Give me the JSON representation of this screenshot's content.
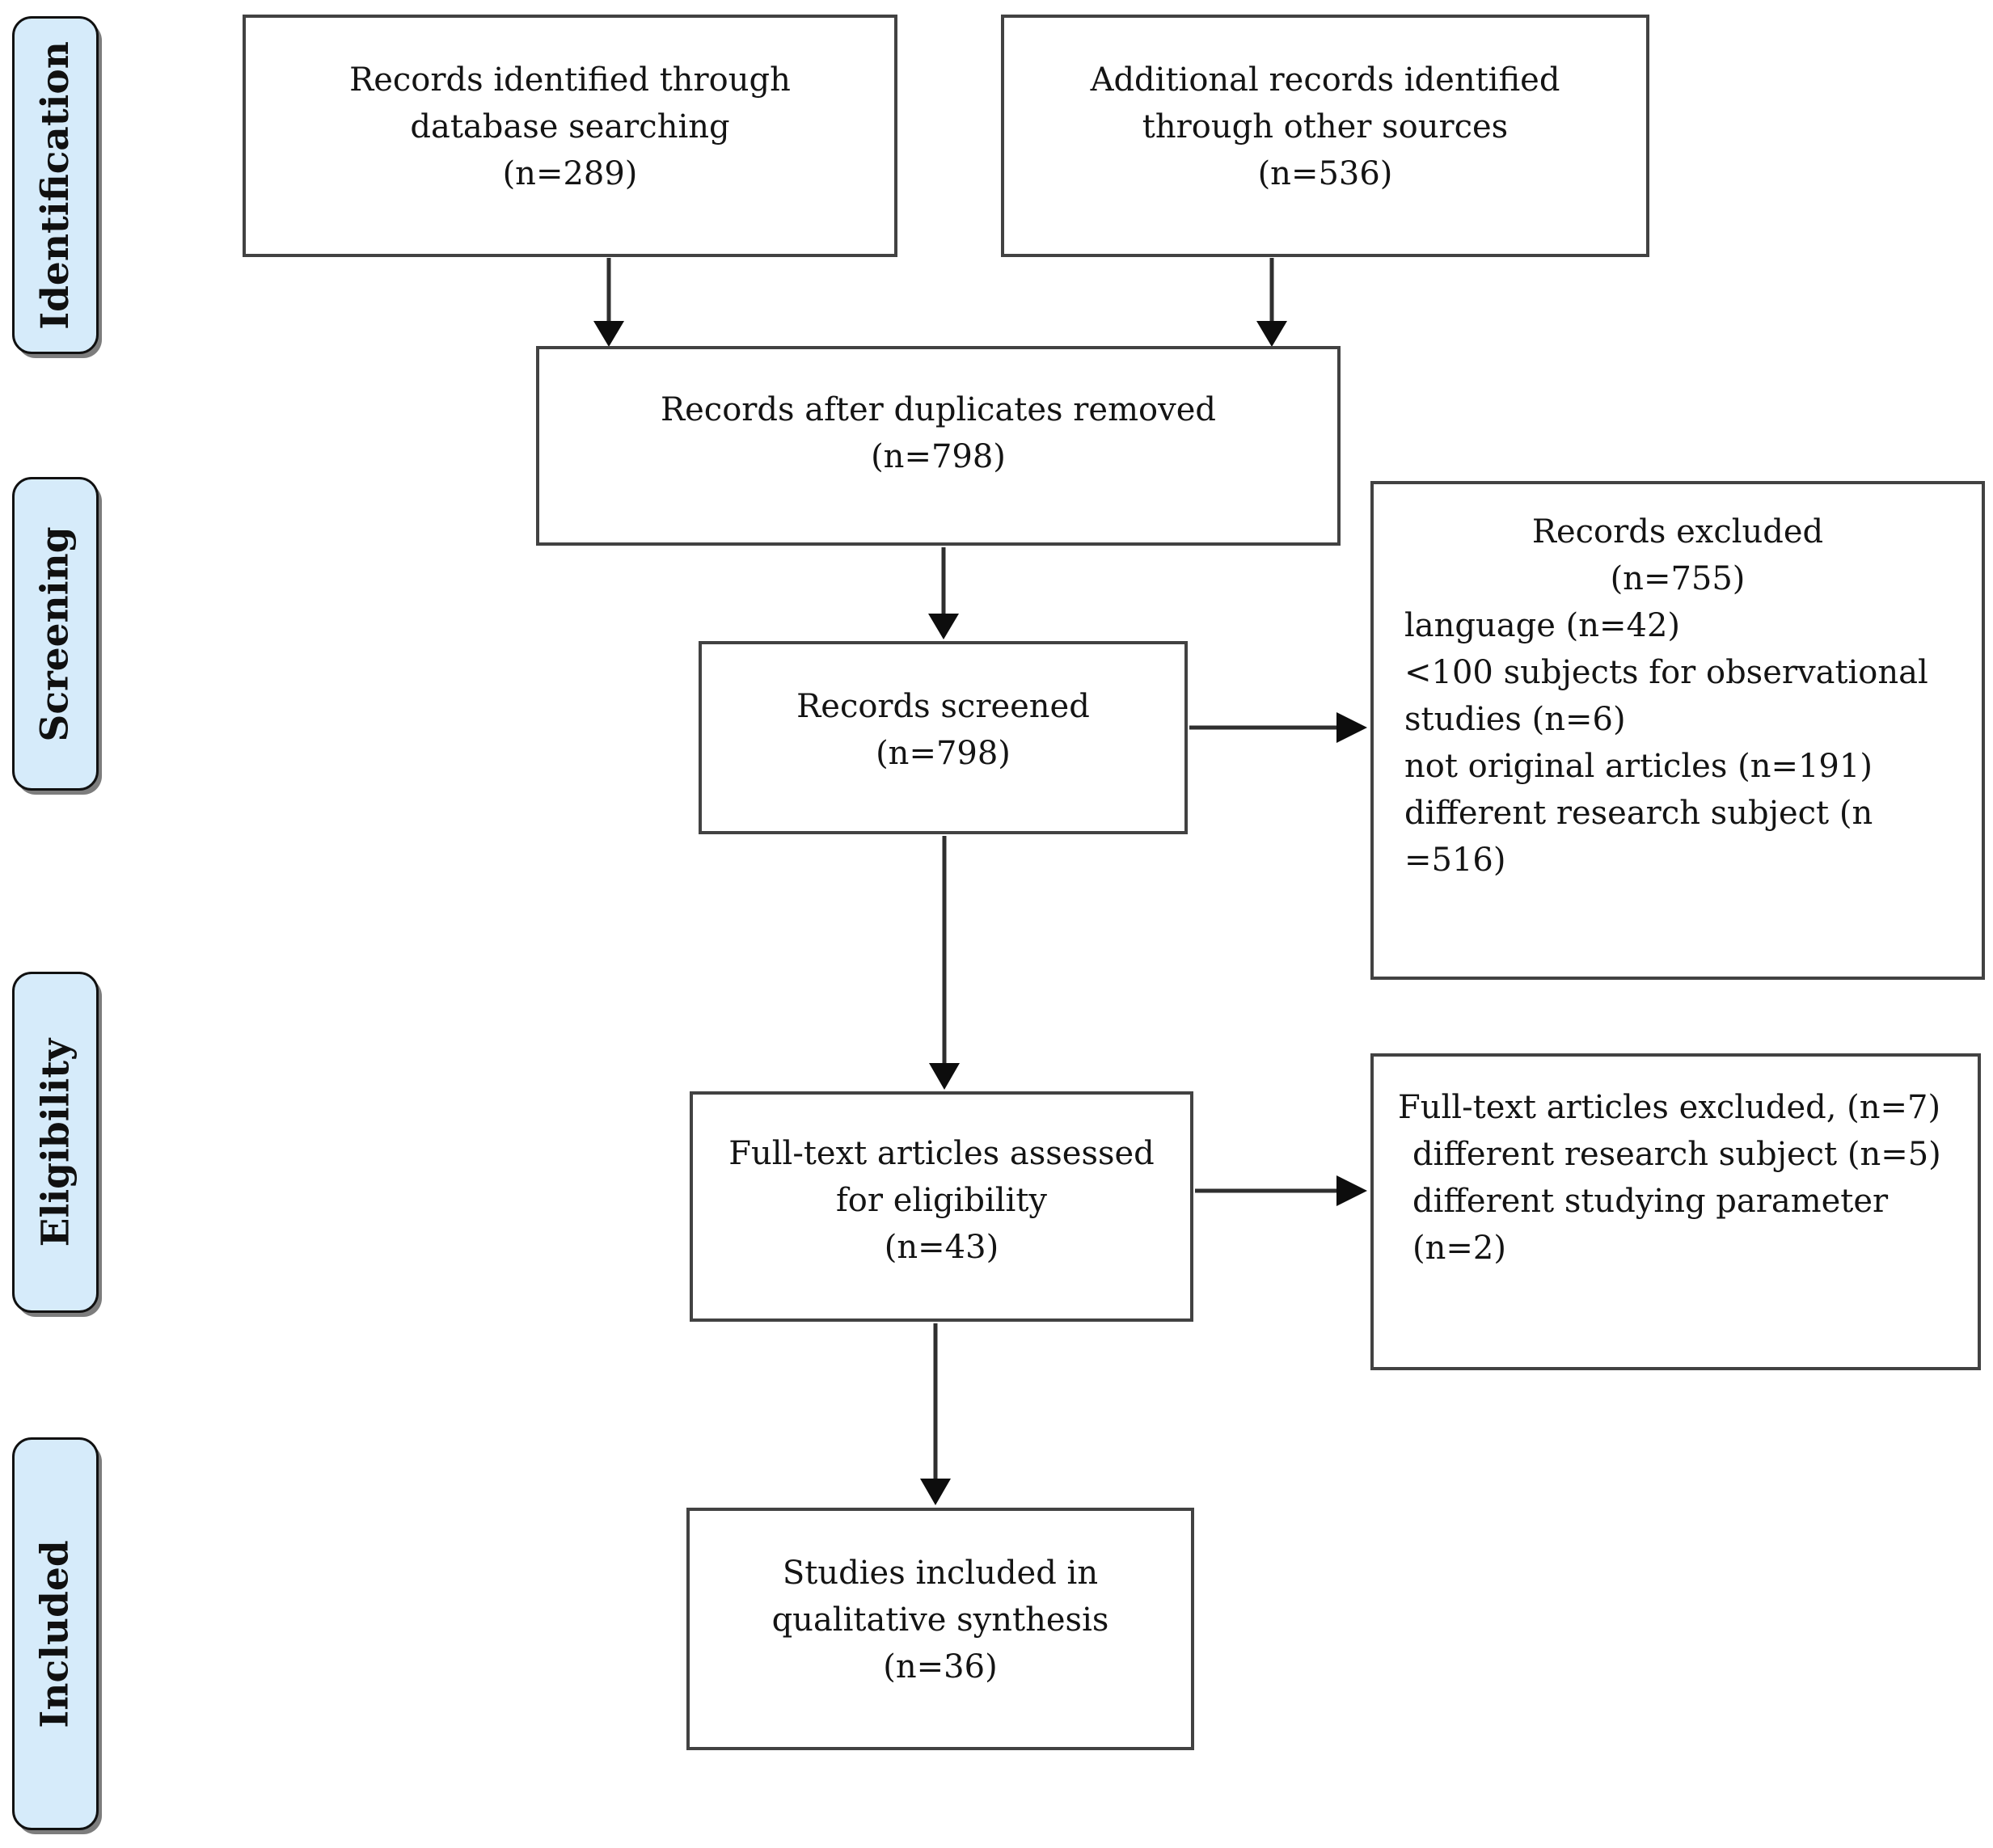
{
  "stages": [
    {
      "label": "Identification"
    },
    {
      "label": "Screening"
    },
    {
      "label": "Eligibility"
    },
    {
      "label": "Included"
    }
  ],
  "boxes": {
    "identified": {
      "text": "Records identified through\ndatabase searching\n(n=289)"
    },
    "additional": {
      "text": "Additional records identified\nthrough other sources\n(n=536)"
    },
    "duplicates": {
      "text": "Records after duplicates removed\n(n=798)"
    },
    "screened": {
      "text": "Records screened\n(n=798)"
    },
    "records_excluded": {
      "title": "Records excluded",
      "count": "(n=755)",
      "items": [
        "language (n=42)",
        "<100 subjects for observational\nstudies (n=6)",
        "not original articles (n=191)",
        "different research subject (n =516)"
      ]
    },
    "fulltext_assessed": {
      "text": "Full-text articles assessed\nfor eligibility\n(n=43)"
    },
    "fulltext_excluded": {
      "title": "Full-text articles excluded, (n=7)",
      "items": [
        "different research subject (n=5)",
        "different studying parameter\n(n=2)"
      ]
    },
    "included_studies": {
      "text": "Studies included in\nqualitative synthesis\n(n=36)"
    }
  },
  "colors": {
    "stage_fill": "#d6ebfa",
    "stage_border": "#111111",
    "box_border": "#424242",
    "arrow": "#2f2f2f",
    "text": "#141414"
  }
}
